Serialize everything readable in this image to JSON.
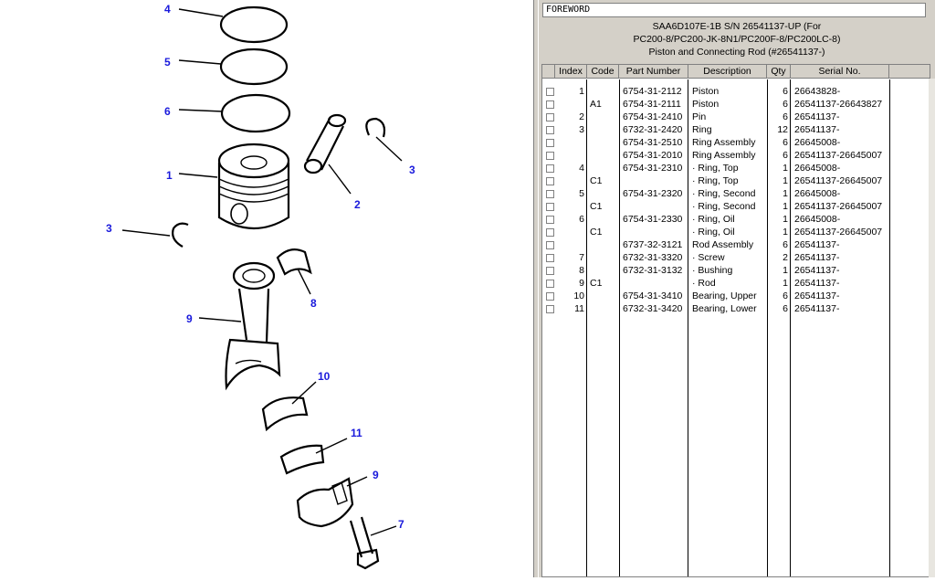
{
  "nav": {
    "field_value": "FOREWORD"
  },
  "header": {
    "line1": "SAA6D107E-1B S/N 26541137-UP (For",
    "line2": "PC200-8/PC200-JK-8N1/PC200F-8/PC200LC-8)",
    "line3": "Piston and Connecting Rod (#26541137-)"
  },
  "columns": {
    "index": "Index",
    "code": "Code",
    "part": "Part Number",
    "desc": "Description",
    "qty": "Qty",
    "serial": "Serial No."
  },
  "rows": [
    {
      "index": "1",
      "code": "",
      "part": "6754-31-2112",
      "desc": "Piston",
      "qty": "6",
      "serial": "26643828-"
    },
    {
      "index": "",
      "code": "A1",
      "part": "6754-31-2111",
      "desc": "Piston",
      "qty": "6",
      "serial": "26541137-26643827"
    },
    {
      "index": "2",
      "code": "",
      "part": "6754-31-2410",
      "desc": "Pin",
      "qty": "6",
      "serial": "26541137-"
    },
    {
      "index": "3",
      "code": "",
      "part": "6732-31-2420",
      "desc": "Ring",
      "qty": "12",
      "serial": "26541137-"
    },
    {
      "index": "",
      "code": "",
      "part": "6754-31-2510",
      "desc": "Ring Assembly",
      "qty": "6",
      "serial": "26645008-"
    },
    {
      "index": "",
      "code": "",
      "part": "6754-31-2010",
      "desc": "Ring Assembly",
      "qty": "6",
      "serial": "26541137-26645007"
    },
    {
      "index": "4",
      "code": "",
      "part": "6754-31-2310",
      "desc": "·  Ring, Top",
      "qty": "1",
      "serial": "26645008-"
    },
    {
      "index": "",
      "code": "C1",
      "part": "",
      "desc": "·  Ring, Top",
      "qty": "1",
      "serial": "26541137-26645007"
    },
    {
      "index": "5",
      "code": "",
      "part": "6754-31-2320",
      "desc": "·  Ring, Second",
      "qty": "1",
      "serial": "26645008-"
    },
    {
      "index": "",
      "code": "C1",
      "part": "",
      "desc": "·  Ring, Second",
      "qty": "1",
      "serial": "26541137-26645007"
    },
    {
      "index": "6",
      "code": "",
      "part": "6754-31-2330",
      "desc": "·  Ring, Oil",
      "qty": "1",
      "serial": "26645008-"
    },
    {
      "index": "",
      "code": "C1",
      "part": "",
      "desc": "·  Ring, Oil",
      "qty": "1",
      "serial": "26541137-26645007"
    },
    {
      "index": "",
      "code": "",
      "part": "6737-32-3121",
      "desc": "Rod Assembly",
      "qty": "6",
      "serial": "26541137-"
    },
    {
      "index": "7",
      "code": "",
      "part": "6732-31-3320",
      "desc": "·  Screw",
      "qty": "2",
      "serial": "26541137-"
    },
    {
      "index": "8",
      "code": "",
      "part": "6732-31-3132",
      "desc": "·  Bushing",
      "qty": "1",
      "serial": "26541137-"
    },
    {
      "index": "9",
      "code": "C1",
      "part": "",
      "desc": "·  Rod",
      "qty": "1",
      "serial": "26541137-"
    },
    {
      "index": "10",
      "code": "",
      "part": "6754-31-3410",
      "desc": "Bearing, Upper",
      "qty": "6",
      "serial": "26541137-"
    },
    {
      "index": "11",
      "code": "",
      "part": "6732-31-3420",
      "desc": "Bearing, Lower",
      "qty": "6",
      "serial": "26541137-"
    }
  ],
  "callouts": {
    "c4": "4",
    "c5": "5",
    "c6": "6",
    "c1": "1",
    "c3a": "3",
    "c3b": "3",
    "c2": "2",
    "c8": "8",
    "c9a": "9",
    "c10": "10",
    "c11": "11",
    "c9b": "9",
    "c7": "7"
  }
}
